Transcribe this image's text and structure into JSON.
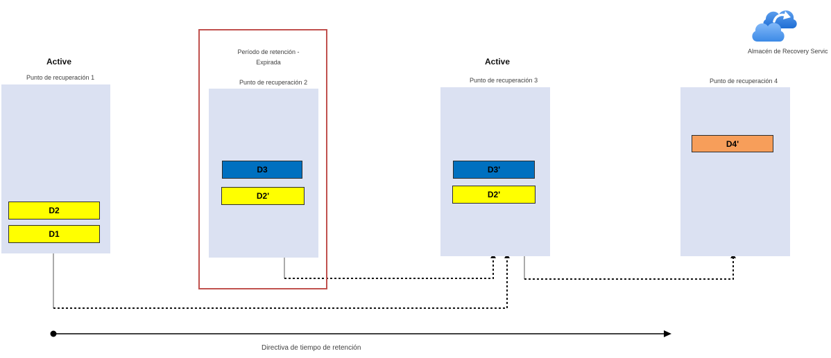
{
  "cloud": {
    "icon": "cloud-sync-icon",
    "label": "Almacén de Recovery Servic"
  },
  "points": [
    {
      "status": "Active",
      "label": "Punto de recuperación 1",
      "blocks": [
        "D2",
        "D1"
      ]
    },
    {
      "status": "Período de retención -\nExpirada",
      "label": "Punto de recuperación 2",
      "blocks": [
        "D3",
        "D2'"
      ]
    },
    {
      "status": "Active",
      "label": "Punto de recuperación 3",
      "blocks": [
        "D3'",
        "D2'"
      ]
    },
    {
      "status": "",
      "label": "Punto de recuperación 4",
      "blocks": [
        "D4'"
      ]
    }
  ],
  "timeline": {
    "label": "Directiva de tiempo de retención"
  },
  "colors": {
    "panel": "#dbe1f2",
    "yellow": "#ffff00",
    "blue": "#0070c0",
    "orange": "#f79e5a",
    "expired_border": "#c0504d"
  }
}
